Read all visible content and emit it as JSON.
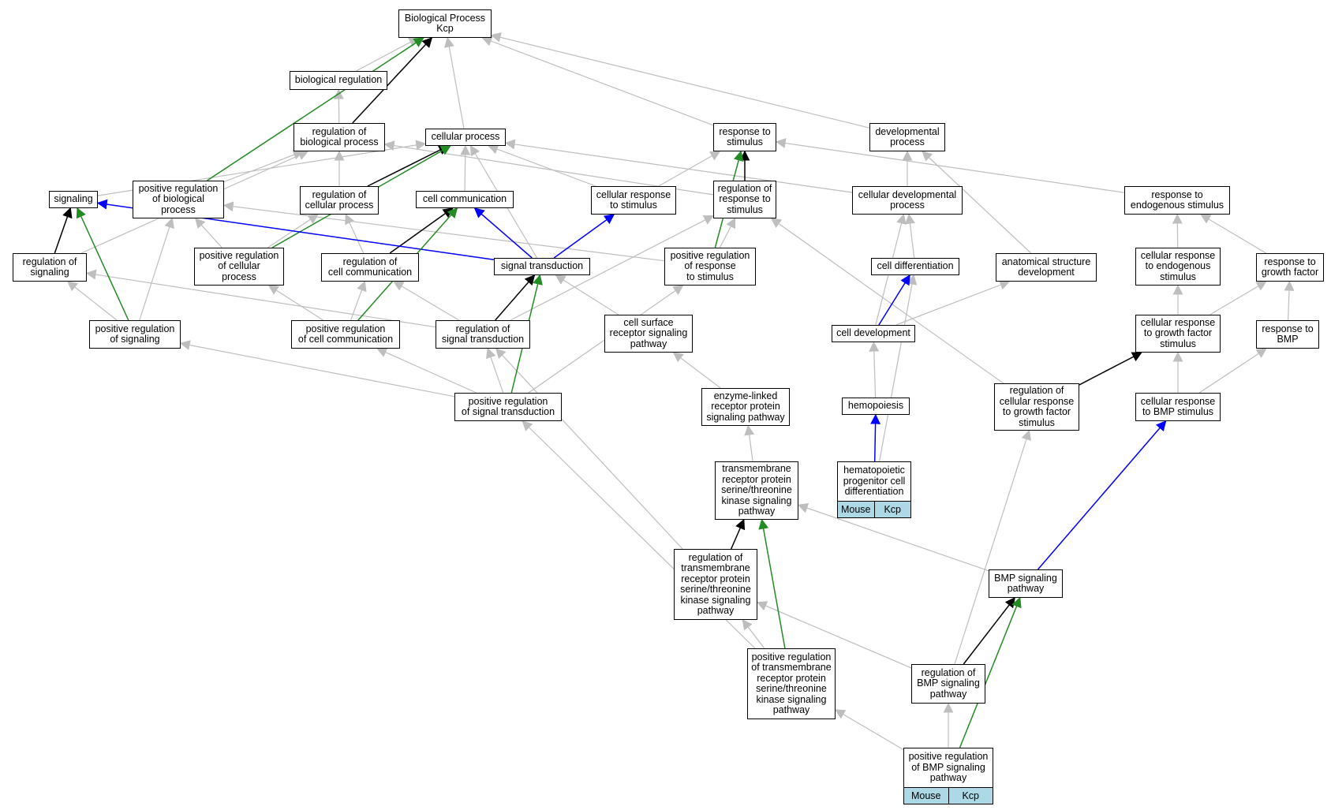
{
  "colors": {
    "gray": "#bebebe",
    "black": "#000000",
    "green": "#228b22",
    "blue": "#0000ff",
    "tag_fill": "#add8e6"
  },
  "nodes": [
    {
      "id": "bp",
      "label": "Biological Process\nKcp"
    },
    {
      "id": "breg",
      "label": "biological regulation"
    },
    {
      "id": "regbp",
      "label": "regulation of\nbiological process"
    },
    {
      "id": "cproc",
      "label": "cellular process"
    },
    {
      "id": "rts",
      "label": "response to\nstimulus"
    },
    {
      "id": "devp",
      "label": "developmental\nprocess"
    },
    {
      "id": "sig",
      "label": "signaling"
    },
    {
      "id": "posregbp",
      "label": "positive regulation\nof biological\nprocess"
    },
    {
      "id": "regcp",
      "label": "regulation of\ncellular process"
    },
    {
      "id": "ccomm",
      "label": "cell communication"
    },
    {
      "id": "cellrts",
      "label": "cellular response\nto stimulus"
    },
    {
      "id": "regrts",
      "label": "regulation of\nresponse to\nstimulus"
    },
    {
      "id": "celldevp",
      "label": "cellular developmental\nprocess"
    },
    {
      "id": "rtes",
      "label": "response to\nendogenous stimulus"
    },
    {
      "id": "regsig",
      "label": "regulation of\nsignaling"
    },
    {
      "id": "posregcp",
      "label": "positive regulation\nof cellular\nprocess"
    },
    {
      "id": "regcc",
      "label": "regulation of\ncell communication"
    },
    {
      "id": "sigtrans",
      "label": "signal transduction"
    },
    {
      "id": "posregrts",
      "label": "positive regulation\nof response\nto stimulus"
    },
    {
      "id": "celldiff",
      "label": "cell differentiation"
    },
    {
      "id": "asd",
      "label": "anatomical structure\ndevelopment"
    },
    {
      "id": "crtes",
      "label": "cellular response\nto endogenous\nstimulus"
    },
    {
      "id": "rtgf",
      "label": "response to\ngrowth factor"
    },
    {
      "id": "posregsig",
      "label": "positive regulation\nof signaling"
    },
    {
      "id": "posregcc",
      "label": "positive regulation\nof cell communication"
    },
    {
      "id": "regst",
      "label": "regulation of\nsignal transduction"
    },
    {
      "id": "csrsp",
      "label": "cell surface\nreceptor signaling\npathway"
    },
    {
      "id": "celldev",
      "label": "cell development"
    },
    {
      "id": "crtgf",
      "label": "cellular response\nto growth factor\nstimulus"
    },
    {
      "id": "rtbmp",
      "label": "response to\nBMP"
    },
    {
      "id": "posregst",
      "label": "positive regulation\nof signal transduction"
    },
    {
      "id": "elrsp",
      "label": "enzyme-linked\nreceptor protein\nsignaling pathway"
    },
    {
      "id": "hemo",
      "label": "hemopoiesis"
    },
    {
      "id": "regcrtgf",
      "label": "regulation of\ncellular response\nto growth factor\nstimulus"
    },
    {
      "id": "crtbmp",
      "label": "cellular response\nto BMP stimulus"
    },
    {
      "id": "tmrpsk",
      "label": "transmembrane\nreceptor protein\nserine/threonine\nkinase signaling\npathway"
    },
    {
      "id": "hpcd",
      "label": "hematopoietic\nprogenitor cell\ndifferentiation",
      "tags": [
        "Mouse",
        "Kcp"
      ]
    },
    {
      "id": "regtm",
      "label": "regulation of\ntransmembrane\nreceptor protein\nserine/threonine\nkinase signaling\npathway"
    },
    {
      "id": "bmpsp",
      "label": "BMP signaling\npathway"
    },
    {
      "id": "posregtm",
      "label": "positive regulation\nof transmembrane\nreceptor protein\nserine/threonine\nkinase signaling\npathway"
    },
    {
      "id": "regbmp",
      "label": "regulation of\nBMP signaling\npathway"
    },
    {
      "id": "posregbmp",
      "label": "positive regulation\nof BMP signaling\npathway",
      "tags": [
        "Mouse",
        "Kcp"
      ]
    }
  ],
  "edges": [
    {
      "from": "breg",
      "to": "bp",
      "color": "gray"
    },
    {
      "from": "regbp",
      "to": "bp",
      "color": "black"
    },
    {
      "from": "regbp",
      "to": "breg",
      "color": "gray"
    },
    {
      "from": "cproc",
      "to": "bp",
      "color": "gray"
    },
    {
      "from": "rts",
      "to": "bp",
      "color": "gray"
    },
    {
      "from": "devp",
      "to": "bp",
      "color": "gray"
    },
    {
      "from": "posregbp",
      "to": "bp",
      "color": "green"
    },
    {
      "from": "sig",
      "to": "cproc",
      "color": "gray"
    },
    {
      "from": "posregbp",
      "to": "regbp",
      "color": "gray"
    },
    {
      "from": "regcp",
      "to": "regbp",
      "color": "gray"
    },
    {
      "from": "regcp",
      "to": "cproc",
      "color": "black"
    },
    {
      "from": "ccomm",
      "to": "cproc",
      "color": "gray"
    },
    {
      "from": "cellrts",
      "to": "cproc",
      "color": "gray"
    },
    {
      "from": "cellrts",
      "to": "rts",
      "color": "gray"
    },
    {
      "from": "regrts",
      "to": "rts",
      "color": "black"
    },
    {
      "from": "regrts",
      "to": "regbp",
      "color": "gray"
    },
    {
      "from": "celldevp",
      "to": "cproc",
      "color": "gray"
    },
    {
      "from": "celldevp",
      "to": "devp",
      "color": "gray"
    },
    {
      "from": "rtes",
      "to": "rts",
      "color": "gray"
    },
    {
      "from": "regsig",
      "to": "sig",
      "color": "black"
    },
    {
      "from": "regsig",
      "to": "regbp",
      "color": "gray"
    },
    {
      "from": "posregcp",
      "to": "posregbp",
      "color": "gray"
    },
    {
      "from": "posregcp",
      "to": "regcp",
      "color": "gray"
    },
    {
      "from": "posregcp",
      "to": "cproc",
      "color": "green"
    },
    {
      "from": "regcc",
      "to": "regcp",
      "color": "gray"
    },
    {
      "from": "regcc",
      "to": "ccomm",
      "color": "black"
    },
    {
      "from": "sigtrans",
      "to": "sig",
      "color": "blue"
    },
    {
      "from": "sigtrans",
      "to": "ccomm",
      "color": "blue"
    },
    {
      "from": "sigtrans",
      "to": "cellrts",
      "color": "blue"
    },
    {
      "from": "sigtrans",
      "to": "cproc",
      "color": "gray"
    },
    {
      "from": "posregrts",
      "to": "regrts",
      "color": "gray"
    },
    {
      "from": "posregrts",
      "to": "rts",
      "color": "green"
    },
    {
      "from": "posregrts",
      "to": "posregbp",
      "color": "gray"
    },
    {
      "from": "celldiff",
      "to": "celldevp",
      "color": "gray"
    },
    {
      "from": "asd",
      "to": "devp",
      "color": "gray"
    },
    {
      "from": "crtes",
      "to": "rtes",
      "color": "gray"
    },
    {
      "from": "rtgf",
      "to": "rtes",
      "color": "gray"
    },
    {
      "from": "posregsig",
      "to": "regsig",
      "color": "gray"
    },
    {
      "from": "posregsig",
      "to": "sig",
      "color": "green"
    },
    {
      "from": "posregsig",
      "to": "posregbp",
      "color": "gray"
    },
    {
      "from": "posregcc",
      "to": "regcc",
      "color": "gray"
    },
    {
      "from": "posregcc",
      "to": "ccomm",
      "color": "green"
    },
    {
      "from": "posregcc",
      "to": "posregcp",
      "color": "gray"
    },
    {
      "from": "regst",
      "to": "sigtrans",
      "color": "black"
    },
    {
      "from": "regst",
      "to": "regsig",
      "color": "gray"
    },
    {
      "from": "regst",
      "to": "regcc",
      "color": "gray"
    },
    {
      "from": "regst",
      "to": "regrts",
      "color": "gray"
    },
    {
      "from": "csrsp",
      "to": "sigtrans",
      "color": "gray"
    },
    {
      "from": "celldev",
      "to": "celldiff",
      "color": "blue"
    },
    {
      "from": "celldev",
      "to": "celldevp",
      "color": "gray"
    },
    {
      "from": "celldev",
      "to": "asd",
      "color": "gray"
    },
    {
      "from": "crtgf",
      "to": "crtes",
      "color": "gray"
    },
    {
      "from": "crtgf",
      "to": "rtgf",
      "color": "gray"
    },
    {
      "from": "rtbmp",
      "to": "rtgf",
      "color": "gray"
    },
    {
      "from": "posregst",
      "to": "regst",
      "color": "gray"
    },
    {
      "from": "posregst",
      "to": "sigtrans",
      "color": "green"
    },
    {
      "from": "posregst",
      "to": "posregsig",
      "color": "gray"
    },
    {
      "from": "posregst",
      "to": "posregcc",
      "color": "gray"
    },
    {
      "from": "posregst",
      "to": "posregrts",
      "color": "gray"
    },
    {
      "from": "elrsp",
      "to": "csrsp",
      "color": "gray"
    },
    {
      "from": "hemo",
      "to": "celldev",
      "color": "gray"
    },
    {
      "from": "regcrtgf",
      "to": "crtgf",
      "color": "black"
    },
    {
      "from": "regcrtgf",
      "to": "regrts",
      "color": "gray"
    },
    {
      "from": "crtbmp",
      "to": "crtgf",
      "color": "gray"
    },
    {
      "from": "crtbmp",
      "to": "rtbmp",
      "color": "gray"
    },
    {
      "from": "tmrpsk",
      "to": "elrsp",
      "color": "gray"
    },
    {
      "from": "hpcd",
      "to": "hemo",
      "color": "blue"
    },
    {
      "from": "hpcd",
      "to": "celldiff",
      "color": "gray"
    },
    {
      "from": "regtm",
      "to": "tmrpsk",
      "color": "black"
    },
    {
      "from": "regtm",
      "to": "regst",
      "color": "gray"
    },
    {
      "from": "bmpsp",
      "to": "tmrpsk",
      "color": "gray"
    },
    {
      "from": "bmpsp",
      "to": "crtbmp",
      "color": "blue"
    },
    {
      "from": "posregtm",
      "to": "regtm",
      "color": "gray"
    },
    {
      "from": "posregtm",
      "to": "tmrpsk",
      "color": "green"
    },
    {
      "from": "posregtm",
      "to": "posregst",
      "color": "gray"
    },
    {
      "from": "regbmp",
      "to": "bmpsp",
      "color": "black"
    },
    {
      "from": "regbmp",
      "to": "regtm",
      "color": "gray"
    },
    {
      "from": "regbmp",
      "to": "regcrtgf",
      "color": "gray"
    },
    {
      "from": "posregbmp",
      "to": "regbmp",
      "color": "gray"
    },
    {
      "from": "posregbmp",
      "to": "bmpsp",
      "color": "green"
    },
    {
      "from": "posregbmp",
      "to": "posregtm",
      "color": "gray"
    }
  ]
}
